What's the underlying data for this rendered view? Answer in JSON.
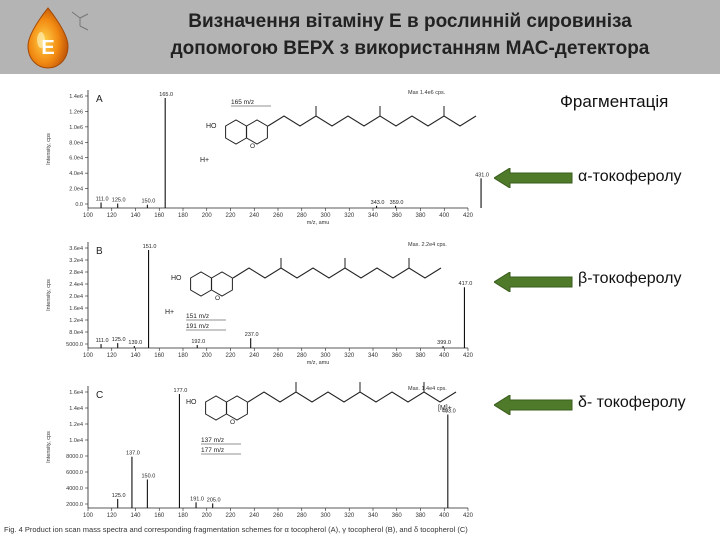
{
  "slide": {
    "title_line1": "Визначення вітаміну Е в рослинній сировиніза",
    "title_line2": "допомогою ВЕРХ з використанням МАС-детектора",
    "logo_letter": "E",
    "fragmentation_title": "Фрагментація",
    "labels": [
      "α-токоферолу",
      "β-токоферолу",
      "δ- токоферолу"
    ],
    "caption": "Fig. 4  Product ion scan mass spectra and corresponding fragmentation schemes for α tocopherol (A), γ tocopherol (B), and δ tocopherol (C)",
    "accent_color": "#4e7a2a",
    "header_color": "#b4b4b4"
  },
  "chart_data": [
    {
      "type": "bar",
      "panel": "A",
      "intensity_note": "Max 1.4e6 cps.",
      "ylabel": "Intensity, cps",
      "yticks": [
        "1.4e6",
        "1.2e6",
        "1.0e6",
        "8.0e4",
        "6.0e4",
        "4.0e4",
        "2.0e4",
        "0.0"
      ],
      "xticks": [
        100,
        120,
        140,
        160,
        180,
        200,
        220,
        240,
        260,
        280,
        300,
        320,
        340,
        360,
        380,
        400,
        420
      ],
      "xlabel": "m/z, amu",
      "peaks": [
        {
          "mz": 111.0,
          "rel": 0.05,
          "label": "111.0"
        },
        {
          "mz": 125.0,
          "rel": 0.04,
          "label": "125.0"
        },
        {
          "mz": 150.0,
          "rel": 0.03,
          "label": "150.0"
        },
        {
          "mz": 165.0,
          "rel": 1.0,
          "label": "165.0"
        },
        {
          "mz": 343.0,
          "rel": 0.02,
          "label": "343.0"
        },
        {
          "mz": 359.0,
          "rel": 0.02,
          "label": "359.0"
        },
        {
          "mz": 431.0,
          "rel": 0.27,
          "label": "431.0"
        }
      ],
      "fragment_label": "165 m/z",
      "ion": "H+"
    },
    {
      "type": "bar",
      "panel": "B",
      "intensity_note": "Max. 2.2e4 cps.",
      "ylabel": "Intensity, cps",
      "yticks": [
        "3.6e4",
        "3.2e4",
        "2.8e4",
        "2.4e4",
        "2.0e4",
        "1.6e4",
        "1.2e4",
        "8.0e4",
        "5000.0"
      ],
      "xticks": [
        100,
        120,
        140,
        160,
        180,
        200,
        220,
        240,
        260,
        280,
        300,
        320,
        340,
        360,
        380,
        400,
        420
      ],
      "xlabel": "m/z, amu",
      "peaks": [
        {
          "mz": 111.0,
          "rel": 0.04,
          "label": "111.0"
        },
        {
          "mz": 125.0,
          "rel": 0.05,
          "label": "125.0"
        },
        {
          "mz": 139.0,
          "rel": 0.02,
          "label": "139.0"
        },
        {
          "mz": 151.0,
          "rel": 1.0,
          "label": "151.0"
        },
        {
          "mz": 192.0,
          "rel": 0.03,
          "label": "192.0"
        },
        {
          "mz": 237.0,
          "rel": 0.1,
          "label": "237.0"
        },
        {
          "mz": 399.0,
          "rel": 0.02,
          "label": "399.0"
        },
        {
          "mz": 417.0,
          "rel": 0.62,
          "label": "417.0"
        }
      ],
      "fragment_labels": [
        "151 m/z",
        "191 m/z"
      ],
      "ion": "H+"
    },
    {
      "type": "bar",
      "panel": "C",
      "intensity_note": "Max. 1.4e4 cps.",
      "ylabel": "Intensity, cps",
      "yticks": [
        "1.6e4",
        "1.4e4",
        "1.2e4",
        "1.0e4",
        "8000.0",
        "6000.0",
        "4000.0",
        "2000.0"
      ],
      "xticks": [
        100,
        120,
        140,
        160,
        180,
        200,
        220,
        240,
        260,
        280,
        300,
        320,
        340,
        360,
        380,
        400,
        420
      ],
      "xlabel": "m/z, amu",
      "peaks": [
        {
          "mz": 125.0,
          "rel": 0.08,
          "label": "125.0"
        },
        {
          "mz": 137.0,
          "rel": 0.45,
          "label": "137.0"
        },
        {
          "mz": 150.0,
          "rel": 0.25,
          "label": "150.0"
        },
        {
          "mz": 177.0,
          "rel": 1.0,
          "label": "177.0"
        },
        {
          "mz": 191.0,
          "rel": 0.05,
          "label": "191.0"
        },
        {
          "mz": 205.0,
          "rel": 0.04,
          "label": "205.0"
        },
        {
          "mz": 403.0,
          "rel": 0.82,
          "label": "403.0"
        }
      ],
      "fragment_labels": [
        "137 m/z",
        "177 m/z"
      ],
      "ion": "[M]+"
    }
  ]
}
